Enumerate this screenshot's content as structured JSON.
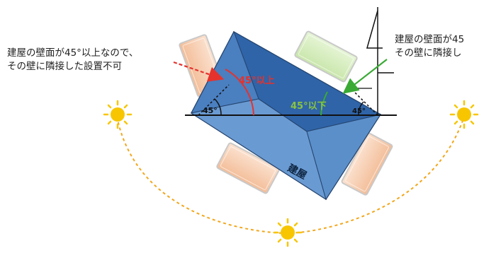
{
  "notes": {
    "left": [
      "建屋の壁面が45°以上なので、",
      "その壁に隣接した設置不可"
    ],
    "right": [
      "建屋の壁面が45",
      "その壁に隣接し"
    ]
  },
  "angle_labels": {
    "over_45": "45°以上",
    "under_45": "45°以下",
    "angle_left": "45°",
    "angle_right": "45°"
  },
  "building_label": "建屋",
  "colors": {
    "roof_light": "#5b8fc9",
    "roof_dark": "#2f64a8",
    "roof_ridge": "#4a7fc0",
    "outline": "#24446e",
    "panel_peach": "#f9d3b8",
    "panel_green": "#d9efc1",
    "arrow_red": "#e5322d",
    "arrow_green": "#3aaa35",
    "sun": "#f7c600",
    "sun_path": "#f2a71c"
  },
  "icons": [
    "sun-icon-left",
    "sun-icon-bottom",
    "sun-icon-right"
  ]
}
